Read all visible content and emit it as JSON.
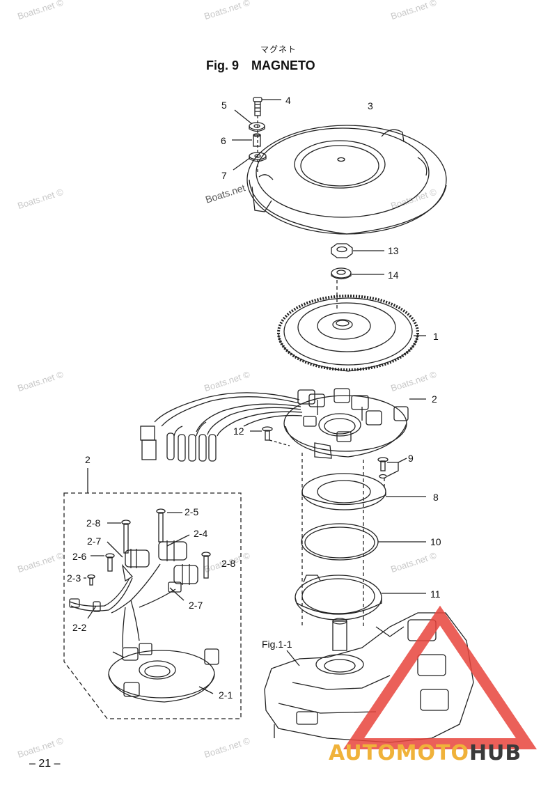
{
  "title": {
    "japanese": "マグネト",
    "fig": "Fig. 9",
    "name": "MAGNETO"
  },
  "labels": [
    {
      "id": "4",
      "text": "4"
    },
    {
      "id": "5",
      "text": "5"
    },
    {
      "id": "3",
      "text": "3"
    },
    {
      "id": "6",
      "text": "6"
    },
    {
      "id": "7",
      "text": "7"
    },
    {
      "id": "13",
      "text": "13"
    },
    {
      "id": "14",
      "text": "14"
    },
    {
      "id": "1",
      "text": "1"
    },
    {
      "id": "2-top",
      "text": "2"
    },
    {
      "id": "12",
      "text": "12"
    },
    {
      "id": "9",
      "text": "9"
    },
    {
      "id": "8",
      "text": "8"
    },
    {
      "id": "10",
      "text": "10"
    },
    {
      "id": "11",
      "text": "11"
    },
    {
      "id": "2-left",
      "text": "2"
    },
    {
      "id": "2-5",
      "text": "2-5"
    },
    {
      "id": "2-8a",
      "text": "2-8"
    },
    {
      "id": "2-4",
      "text": "2-4"
    },
    {
      "id": "2-7a",
      "text": "2-7"
    },
    {
      "id": "2-6",
      "text": "2-6"
    },
    {
      "id": "2-8b",
      "text": "2-8"
    },
    {
      "id": "2-3",
      "text": "2-3"
    },
    {
      "id": "2-7b",
      "text": "2-7"
    },
    {
      "id": "2-2",
      "text": "2-2"
    },
    {
      "id": "fig11",
      "text": "Fig.1-1"
    },
    {
      "id": "2-1",
      "text": "2-1"
    }
  ],
  "watermark": "Boats.net ©",
  "watermark_plain": "Boats.net",
  "page_number": "– 21 –",
  "logo": {
    "part1": "AUTOMOTO",
    "part2": "HUB",
    "color1": "#f0b23a",
    "color2": "#3a3a3a",
    "triangle": "#e8443c"
  }
}
